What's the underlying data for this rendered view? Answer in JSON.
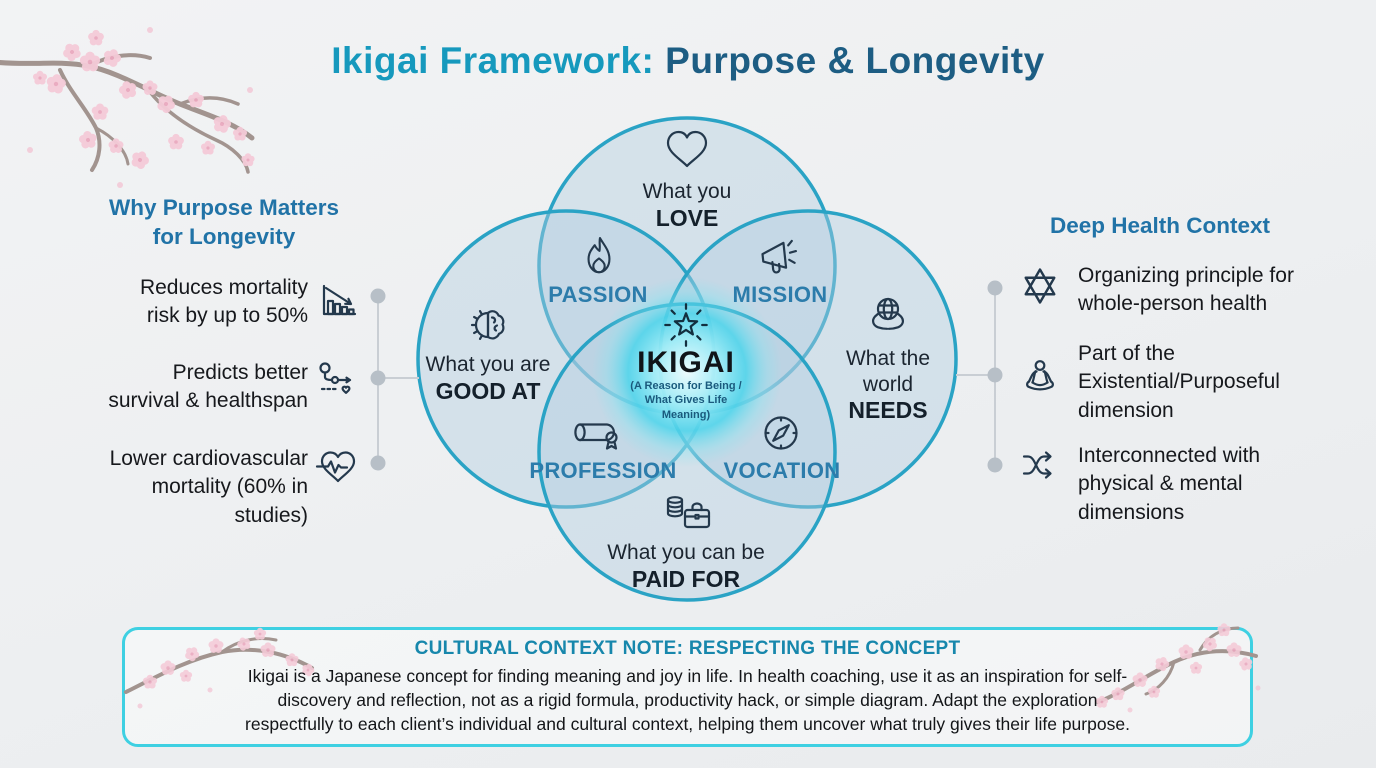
{
  "title": {
    "part1": "Ikigai Framework:",
    "part2": "Purpose & Longevity"
  },
  "left_panel": {
    "heading_lines": [
      "Why Purpose Matters",
      "for Longevity"
    ],
    "items": [
      {
        "icon": "declining-bar-chart-icon",
        "lines": [
          "Reduces mortality",
          "risk by up to 50%"
        ]
      },
      {
        "icon": "journey-path-heart-icon",
        "lines": [
          "Predicts better",
          "survival & healthspan"
        ]
      },
      {
        "icon": "heart-pulse-icon",
        "lines": [
          "Lower cardiovascular",
          "mortality (60% in",
          "studies)"
        ]
      }
    ]
  },
  "right_panel": {
    "heading": "Deep Health Context",
    "items": [
      {
        "icon": "hexagram-star-icon",
        "lines": [
          "Organizing principle for",
          "whole-person health"
        ]
      },
      {
        "icon": "meditation-icon",
        "lines": [
          "Part of the",
          "Existential/Purposeful",
          "dimension"
        ]
      },
      {
        "icon": "shuffle-arrows-icon",
        "lines": [
          "Interconnected with",
          "physical & mental",
          "dimensions"
        ]
      }
    ]
  },
  "venn": {
    "circles": [
      {
        "position": "top",
        "icon": "heart-icon",
        "lines": [
          "What you"
        ],
        "bold": "LOVE"
      },
      {
        "position": "left",
        "icon": "gear-brain-icon",
        "lines": [
          "What you are"
        ],
        "bold": "GOOD AT"
      },
      {
        "position": "right",
        "icon": "hands-globe-icon",
        "lines": [
          "What the",
          "world"
        ],
        "bold": "NEEDS"
      },
      {
        "position": "bottom",
        "icon": "coins-briefcase-icon",
        "lines": [
          "What you can be"
        ],
        "bold": "PAID FOR"
      }
    ],
    "overlaps": [
      {
        "icon": "flame-icon",
        "label": "PASSION"
      },
      {
        "icon": "megaphone-icon",
        "label": "MISSION"
      },
      {
        "icon": "diploma-scroll-icon",
        "label": "PROFESSION"
      },
      {
        "icon": "compass-icon",
        "label": "VOCATION"
      }
    ],
    "center": {
      "icon": "sparkle-star-icon",
      "title": "IKIGAI",
      "subtitle_lines": [
        "(A Reason for Being /",
        "What Gives Life",
        "Meaning)"
      ]
    }
  },
  "note": {
    "title": "CULTURAL CONTEXT NOTE: RESPECTING THE CONCEPT",
    "lines": [
      "Ikigai is a Japanese concept for finding meaning and joy in life. In health coaching, use it as an inspiration for self-",
      "discovery and reflection, not as a rigid formula, productivity hack, or simple diagram. Adapt the exploration",
      "respectfully to each client’s individual and cultural context, helping them uncover what truly gives their life purpose."
    ]
  },
  "colors": {
    "accent_teal": "#2aa3c5",
    "title_teal": "#1699bd",
    "title_navy": "#1d5d83",
    "heading_blue": "#2173a7",
    "overlap_label_blue": "#2c7cab",
    "note_border_cyan": "#3ed0e2",
    "center_glow_cyan": "#45d5ec",
    "icon_stroke": "#24394d",
    "blossom_pink": "#f5cbd8",
    "connector_gray": "#b7bfc7"
  }
}
